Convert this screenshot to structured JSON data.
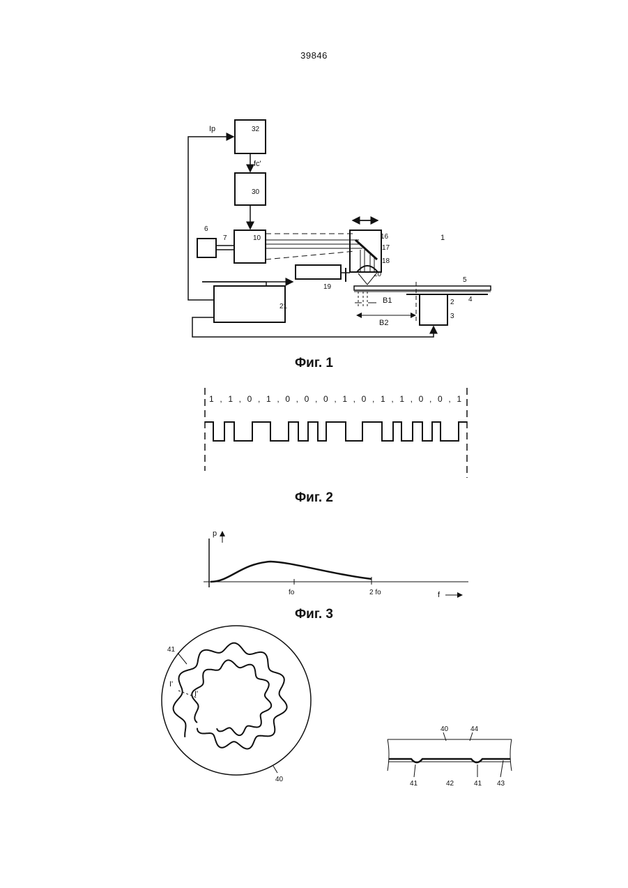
{
  "page_number": "39846",
  "figures": {
    "fig1": {
      "caption": "Фиг. 1",
      "labels": {
        "ip": "Ip",
        "fc": "fc'",
        "b32": "32",
        "b30": "30",
        "b10": "10",
        "b6": "6",
        "n7": "7",
        "n16": "16",
        "n17": "17",
        "n18": "18",
        "n19": "19",
        "n20": "20",
        "n21": "21",
        "n1": "1",
        "n5": "5",
        "n4": "4",
        "n2": "2",
        "n3": "3",
        "b1": "B1",
        "b2": "B2"
      }
    },
    "fig2": {
      "caption": "Фиг. 2",
      "bits": "1 , 1 , 0 , 1 , 0 , 0 , 0 , 1 , 0 , 1 , 1 , 0 , 0 , 1"
    },
    "fig3": {
      "caption": "Фиг. 3",
      "labels": {
        "p": "p",
        "fo": "fo",
        "two_fo": "2 fo",
        "f": "f"
      }
    },
    "fig4": {
      "labels": {
        "n41a": "41",
        "i1": "I'",
        "i2": "I'",
        "n40": "40"
      }
    },
    "fig5": {
      "labels": {
        "n40": "40",
        "n44": "44",
        "n41a": "41",
        "n42": "42",
        "n41b": "41",
        "n43": "43"
      }
    }
  }
}
